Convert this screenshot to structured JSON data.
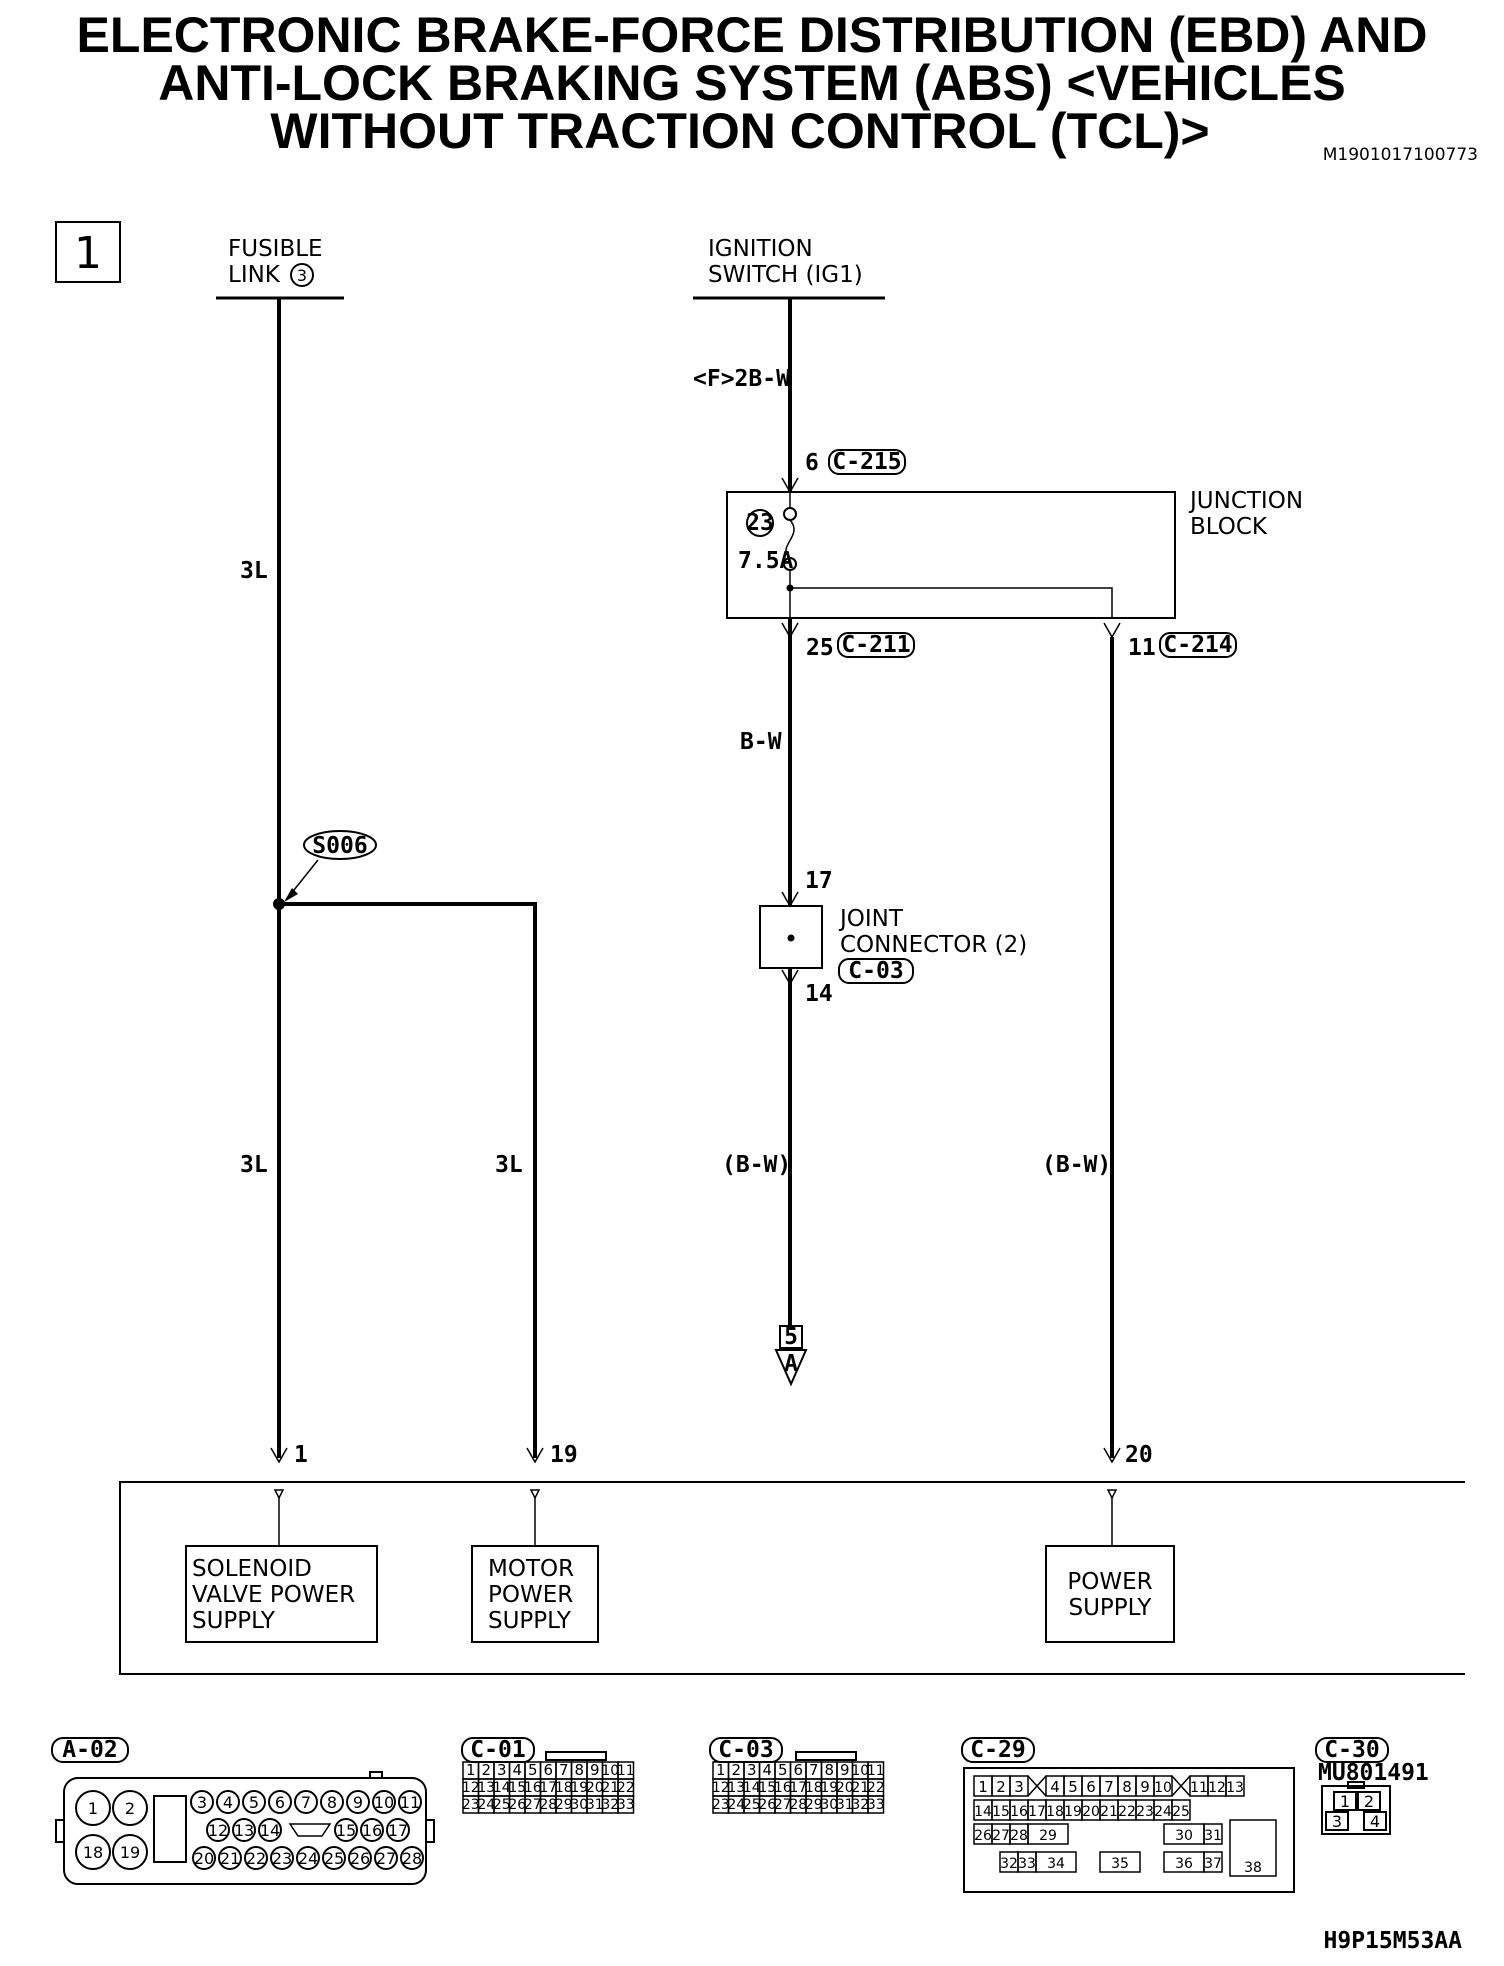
{
  "title": {
    "line1": "ELECTRONIC BRAKE-FORCE DISTRIBUTION (EBD) AND",
    "line2": "ANTI-LOCK BRAKING SYSTEM (ABS) <VEHICLES",
    "line3": "WITHOUT TRACTION CONTROL (TCL)>"
  },
  "doc_id": "M1901017100773",
  "footer_code": "H9P15M53AA",
  "section_number": "1",
  "sources": {
    "fusible_link": {
      "line1": "FUSIBLE",
      "line2": "LINK",
      "num": "3"
    },
    "ignition_switch": {
      "line1": "IGNITION",
      "line2": "SWITCH (IG1)"
    }
  },
  "wires": {
    "f_2bw": "<F>2B-W",
    "w3l_top": "3L",
    "w3l_left": "3L",
    "w3l_right": "3L",
    "bw_mid": "B-W",
    "bw_paren_left": "(B-W)",
    "bw_paren_right": "(B-W)"
  },
  "junction_block": {
    "line1": "JUNCTION",
    "line2": "BLOCK",
    "fuse_num": "23",
    "fuse_rating": "7.5A",
    "in_pin": "6",
    "in_conn": "C-215",
    "out1_pin": "25",
    "out1_conn": "C-211",
    "out2_pin": "11",
    "out2_conn": "C-214"
  },
  "splice": "S006",
  "joint_connector": {
    "line1": "JOINT",
    "line2": "CONNECTOR (2)",
    "conn": "C-03",
    "pin_in": "17",
    "pin_out": "14"
  },
  "offpage": {
    "sheet": "5",
    "ref": "A"
  },
  "ecu_pins": {
    "p1": "1",
    "p19": "19",
    "p20": "20"
  },
  "ecu_blocks": {
    "solenoid": [
      "SOLENOID",
      "VALVE POWER",
      "SUPPLY"
    ],
    "motor": [
      "MOTOR",
      "POWER",
      "SUPPLY"
    ],
    "power": [
      "POWER",
      "SUPPLY"
    ]
  },
  "connectors": {
    "a02": {
      "label": "A-02",
      "big": [
        "1",
        "2",
        "18",
        "19"
      ],
      "row1": [
        "3",
        "4",
        "5",
        "6",
        "7",
        "8",
        "9",
        "10",
        "11"
      ],
      "row2a": [
        "12",
        "13",
        "14"
      ],
      "row2b": [
        "15",
        "16",
        "17"
      ],
      "row3": [
        "20",
        "21",
        "22",
        "23",
        "24",
        "25",
        "26",
        "27",
        "28"
      ]
    },
    "c01": {
      "label": "C-01",
      "rows": [
        [
          "1",
          "2",
          "3",
          "4",
          "5",
          "6",
          "7",
          "8",
          "9",
          "10",
          "11"
        ],
        [
          "12",
          "13",
          "14",
          "15",
          "16",
          "17",
          "18",
          "19",
          "20",
          "21",
          "22"
        ],
        [
          "23",
          "24",
          "25",
          "26",
          "27",
          "28",
          "29",
          "30",
          "31",
          "32",
          "33"
        ]
      ]
    },
    "c03": {
      "label": "C-03",
      "rows": [
        [
          "1",
          "2",
          "3",
          "4",
          "5",
          "6",
          "7",
          "8",
          "9",
          "10",
          "11"
        ],
        [
          "12",
          "13",
          "14",
          "15",
          "16",
          "17",
          "18",
          "19",
          "20",
          "21",
          "22"
        ],
        [
          "23",
          "24",
          "25",
          "26",
          "27",
          "28",
          "29",
          "30",
          "31",
          "32",
          "33"
        ]
      ]
    },
    "c29": {
      "label": "C-29",
      "row1a": [
        "1",
        "2",
        "3"
      ],
      "row1b": [
        "4",
        "5",
        "6",
        "7",
        "8",
        "9",
        "10"
      ],
      "row1c": [
        "11",
        "12",
        "13"
      ],
      "row2": [
        "14",
        "15",
        "16",
        "17",
        "18",
        "19",
        "20",
        "21",
        "22",
        "23",
        "24",
        "25"
      ],
      "row3a": [
        "26",
        "27",
        "28",
        "29"
      ],
      "row3b": [
        "30",
        "31"
      ],
      "row4a": [
        "32",
        "33",
        "34"
      ],
      "mid": "35",
      "row4b": [
        "36",
        "37"
      ],
      "big": "38"
    },
    "c30": {
      "label": "C-30",
      "part": "MU801491",
      "pins": [
        "1",
        "2",
        "3",
        "4"
      ]
    }
  }
}
